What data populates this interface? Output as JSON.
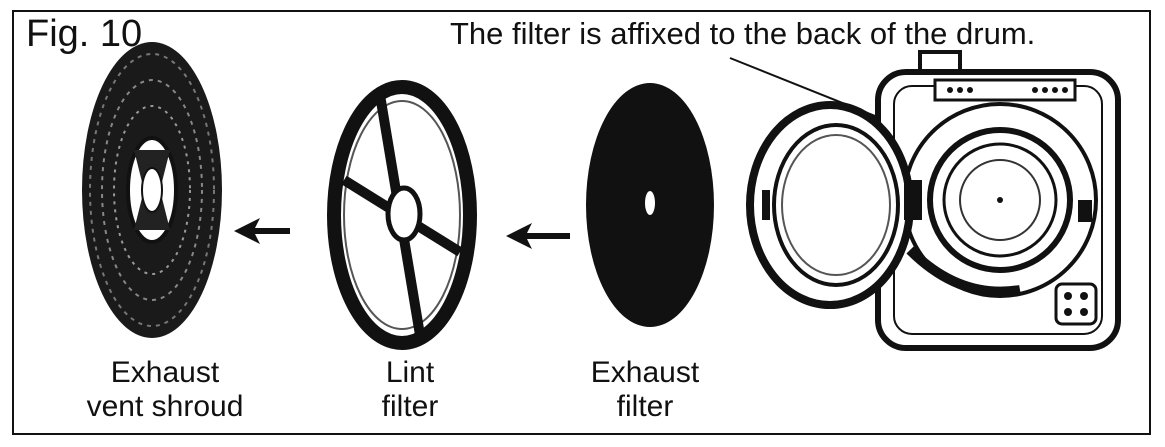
{
  "figure": {
    "title": "Fig. 10",
    "caption": "The filter is affixed to the back of the drum."
  },
  "labels": {
    "shroud": "Exhaust\nvent shroud",
    "lint": "Lint\nfilter",
    "exhaust": "Exhaust\nfilter"
  },
  "icons": [
    "exhaust-vent-shroud-icon",
    "lint-filter-icon",
    "exhaust-filter-icon",
    "dryer-open-door-icon",
    "arrow-left-icon"
  ],
  "colors": {
    "ink": "#111111",
    "background": "#ffffff"
  }
}
